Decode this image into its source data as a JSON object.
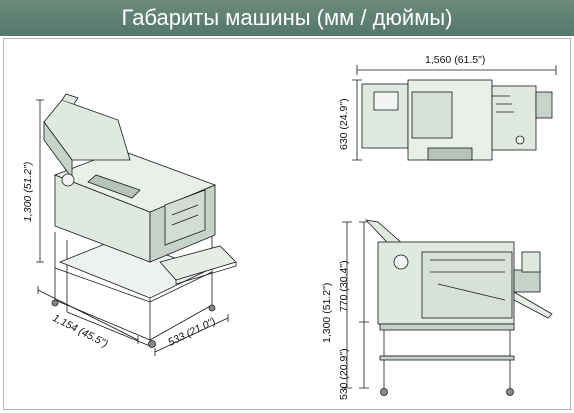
{
  "title": "Габариты машины (мм / дюймы)",
  "colors": {
    "header": "#5f8173",
    "machine_fill": "#dfe8e1",
    "machine_dark": "#c6d3ca",
    "line": "#1a1a1a"
  },
  "dimensions": {
    "iso_height": "1,300 (51.2\")",
    "iso_length": "1,154 (45.5\")",
    "iso_depth": "533 (21.0\")",
    "top_width": "1,560 (61.5\")",
    "top_depth": "630 (24.9\")",
    "side_total_height": "1,300 (51.2\")",
    "side_upper_height": "770 (30.4\")",
    "side_lower_height": "530 (20.9\")"
  }
}
